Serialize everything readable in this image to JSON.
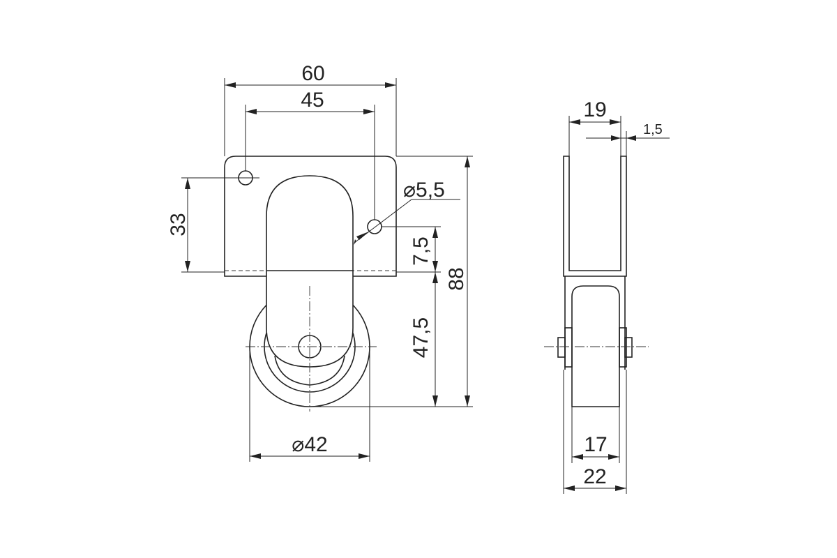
{
  "front_view": {
    "dim_overall_width": "60",
    "dim_hole_spacing": "45",
    "dim_hole_vertical": "33",
    "dim_hole_diameter": "⌀5,5",
    "dim_hole_offset": "7,5",
    "dim_axle_height": "47,5",
    "dim_total_height": "88",
    "dim_wheel_diameter": "⌀42"
  },
  "side_view": {
    "dim_bracket_inner": "19",
    "dim_wall_thickness": "1,5",
    "dim_wheel_width": "17",
    "dim_bracket_outer": "22"
  }
}
